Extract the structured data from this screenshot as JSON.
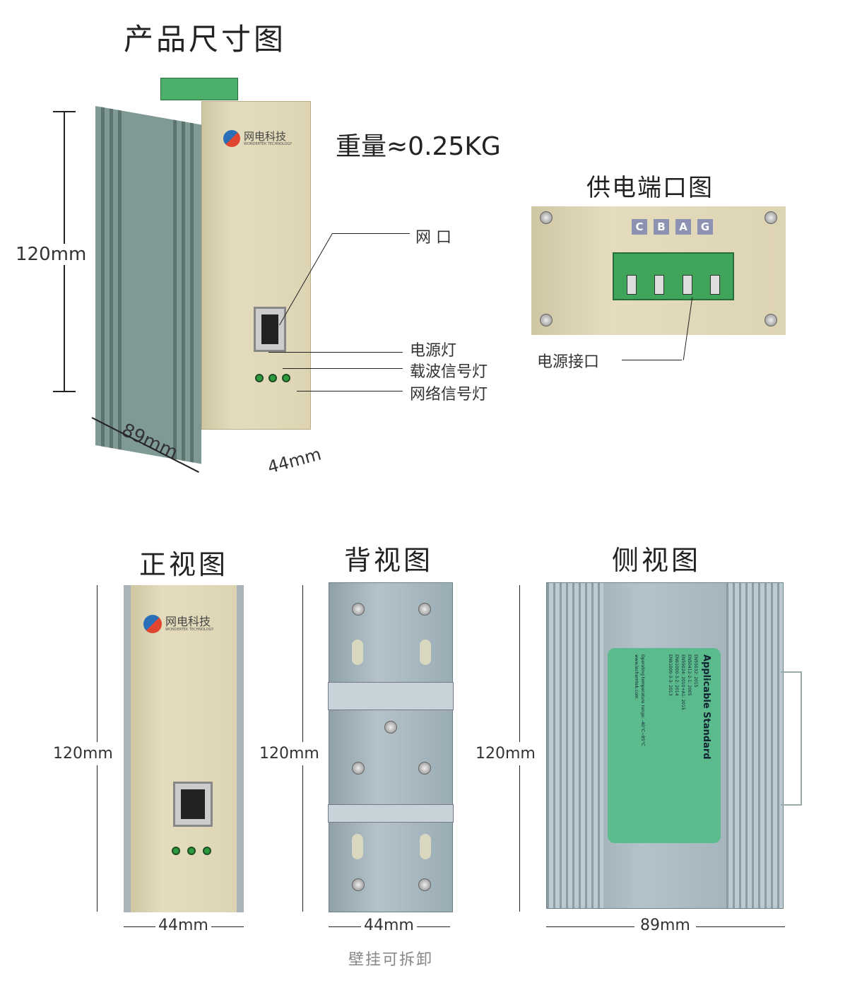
{
  "titles": {
    "main": "产品尺寸图",
    "power_port": "供电端口图",
    "front": "正视图",
    "back": "背视图",
    "side": "侧视图"
  },
  "weight": "重量≈0.25KG",
  "brand": {
    "name": "网电科技",
    "sub": "WONDERTEK TECHNOLOGY"
  },
  "callouts": {
    "port": "网 口",
    "power_led": "电源灯",
    "carrier_led": "载波信号灯",
    "network_led": "网络信号灯",
    "power_interface": "电源接口"
  },
  "terminal_labels": [
    "C",
    "B",
    "A",
    "G"
  ],
  "dimensions": {
    "height": "120mm",
    "length": "89mm",
    "width": "44mm"
  },
  "footer_note": "壁挂可拆卸",
  "product_label": {
    "heading": "Applicable Standard",
    "standards": [
      "EN55032: 2015",
      "EN50412-2-1: 2005",
      "EN55024: 2010+A1: 2015",
      "EN61000-3-2: 2014",
      "EN61000-3-3: 2013"
    ],
    "temp": "Operating temperature range: -40°C~85°C",
    "website": "www.lecherntek.com"
  },
  "colors": {
    "device_face": "#ddd4b3",
    "heatsink": "#6f8984",
    "label": "#5cbb8d",
    "terminal": "#3fa55a"
  }
}
